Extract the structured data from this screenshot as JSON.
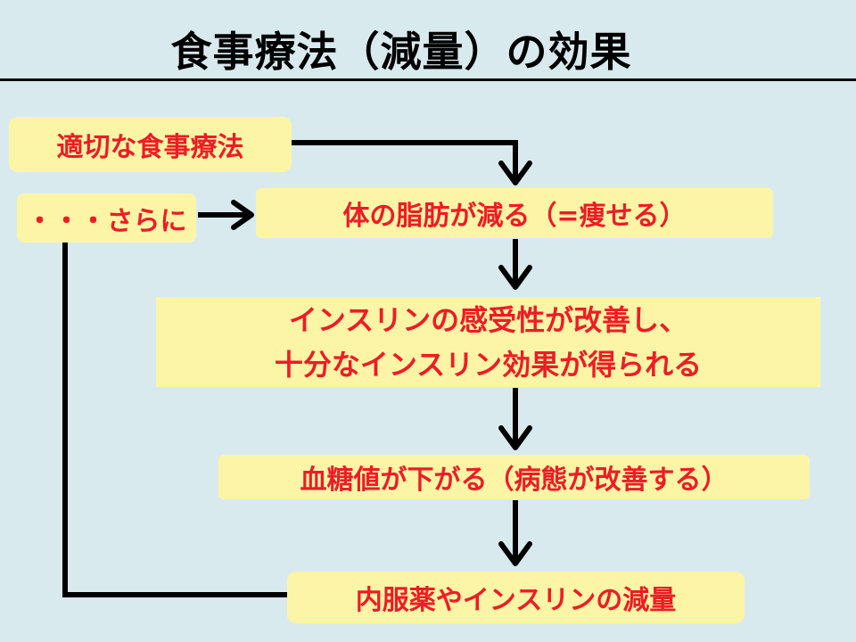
{
  "title": "食事療法（減量）の効果",
  "boxes": {
    "diet": "適切な食事療法",
    "more": "・・・さらに",
    "fat": "体の脂肪が減る（=痩せる）",
    "insulin_line1": "インスリンの感受性が改善し、",
    "insulin_line2": "十分なインスリン効果が得られる",
    "glucose": "血糖値が下がる（病態が改善する）",
    "reduce": "内服薬やインスリンの減量"
  },
  "colors": {
    "background": "#d9eaee",
    "box_fill": "#fdf5a6",
    "text_red": "#ee1c25",
    "line": "#000000"
  }
}
